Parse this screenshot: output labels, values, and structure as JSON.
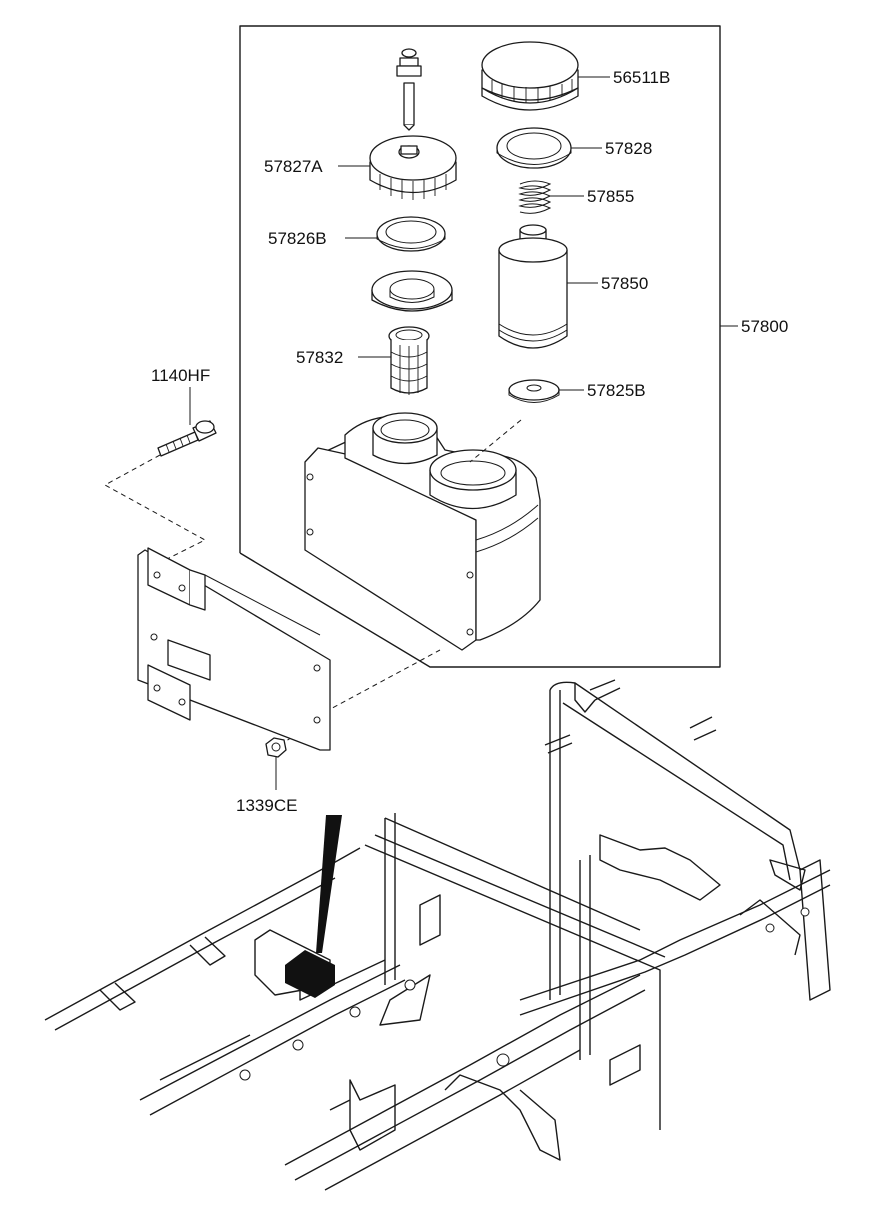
{
  "diagram": {
    "labels": {
      "cap_56511B": "56511B",
      "gasket_57828": "57828",
      "spring_57855": "57855",
      "filter_57850": "57850",
      "assembly_57800": "57800",
      "washer_57825B": "57825B",
      "cap_57827A": "57827A",
      "gasket_57826B": "57826B",
      "strainer_57832": "57832",
      "bolt_1140HF": "1140HF",
      "nut_1339CE": "1339CE"
    }
  }
}
